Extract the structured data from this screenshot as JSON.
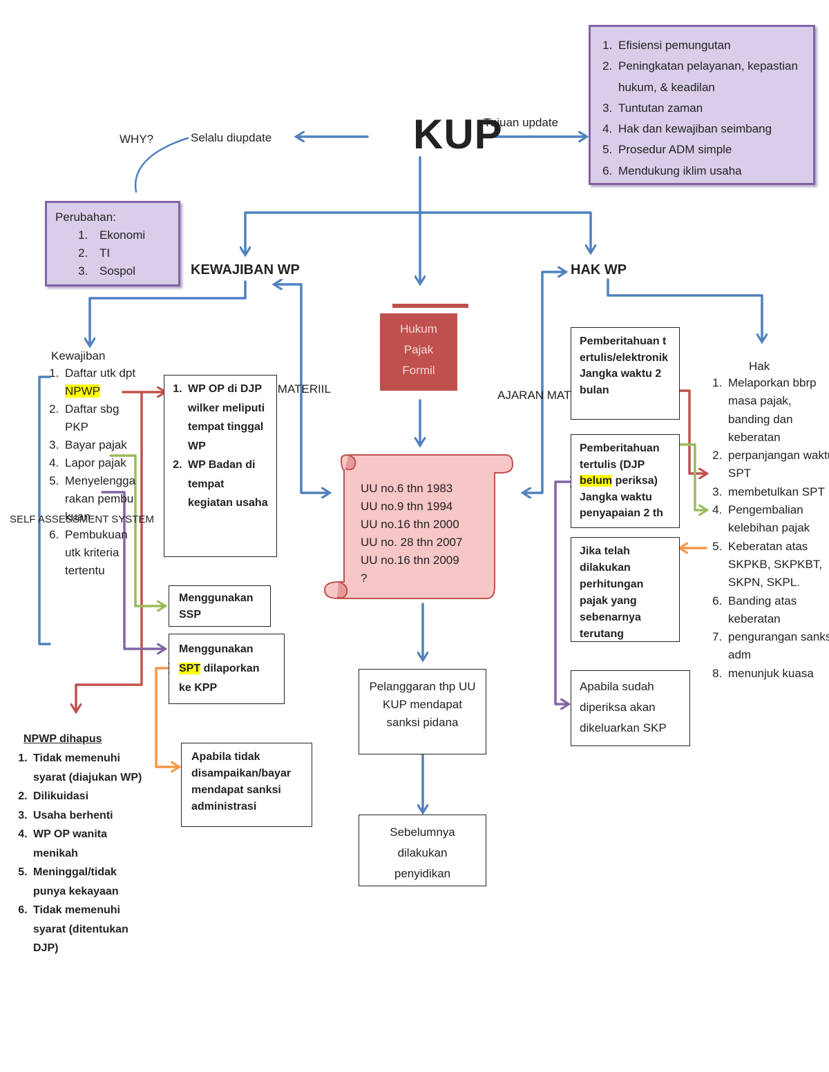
{
  "title": "KUP",
  "labels": {
    "why": "WHY?",
    "selalu_diupdate": "Selalu diupdate",
    "tujuan_update": "Tujuan update",
    "kewajiban_wp": "KEWAJIBAN WP",
    "hak_wp": "HAK WP",
    "ajaran_materiil_left": "AJARAN MATERIIL",
    "ajaran_materiil_right": "AJARAN MATERIIL",
    "self_assessment": "SELF ASSESSMENT SYSTEM"
  },
  "tujuan_box": {
    "items": [
      "Efisiensi pemungutan",
      "Peningkatan pelayanan, kepastian hukum, & keadilan",
      "Tuntutan zaman",
      "Hak dan kewajiban seimbang",
      "Prosedur ADM simple",
      "Mendukung iklim usaha"
    ]
  },
  "perubahan_box": {
    "title": "Perubahan:",
    "items": [
      "Ekonomi",
      "TI",
      "Sospol"
    ]
  },
  "hukum_box": {
    "lines": [
      "Hukum",
      "Pajak",
      "Formil"
    ]
  },
  "uu_scroll": {
    "lines": [
      "UU no.6 thn 1983",
      "UU no.9 thn 1994",
      "UU no.16 thn 2000",
      "UU no. 28 thn 2007",
      "UU no.16 thn 2009",
      "?"
    ]
  },
  "pelanggaran_box": {
    "text": "Pelanggaran thp UU  KUP mendapat sanksi pidana"
  },
  "penyidikan_box": {
    "text": "Sebelumnya dilakukan penyidikan"
  },
  "kewajiban_list": {
    "title": "Kewajiban",
    "items": [
      {
        "pre": "Daftar utk dpt ",
        "hl": "NPWP",
        "post": ""
      },
      {
        "pre": "Daftar sbg PKP",
        "hl": "",
        "post": ""
      },
      {
        "pre": "Bayar pajak",
        "hl": "",
        "post": ""
      },
      {
        "pre": "Lapor pajak",
        "hl": "",
        "post": ""
      },
      {
        "pre": "Menyelenggarakan pembukuan",
        "hl": "",
        "post": ""
      },
      {
        "pre": "Pembukuan utk kriteria tertentu",
        "hl": "",
        "post": ""
      }
    ]
  },
  "npwp_box": {
    "items": [
      "WP OP di DJP wilker meliputi tempat tinggal WP",
      "WP Badan di tempat kegiatan usaha"
    ]
  },
  "ssp_box": {
    "text": "Menggunakan SSP"
  },
  "spt_box": {
    "pre": "Menggunakan ",
    "hl": "SPT",
    "post": " dilaporkan ke KPP"
  },
  "sanksi_box": {
    "text": "Apabila tidak disampaikan/bayar mendapat sanksi administrasi"
  },
  "npwp_dihapus": {
    "title": "NPWP dihapus",
    "items": [
      "Tidak memenuhi syarat (diajukan WP)",
      "Dilikuidasi",
      "Usaha berhenti",
      "WP OP wanita menikah",
      "Meninggal/tidak punya kekayaan",
      "Tidak memenuhi syarat (ditentukan DJP)"
    ]
  },
  "pemberitahuan1": {
    "text": "Pemberitahuan tertulis/elektronik",
    "jangka": "Jangka waktu 2 bulan"
  },
  "pemberitahuan2": {
    "pre": "Pemberitahuan tertulis (DJP ",
    "hl": "belum",
    "post": " periksa)",
    "jangka": "Jangka waktu penyapaian 2 th"
  },
  "jika_box": {
    "text": "Jika telah dilakukan perhitungan pajak yang sebenarnya terutang"
  },
  "skp_box": {
    "text": "Apabila sudah diperiksa akan dikeluarkan SKP"
  },
  "hak_list": {
    "title": "Hak",
    "items": [
      "Melaporkan bbrp masa pajak, banding dan keberatan",
      "perpanjangan waktu SPT",
      "membetulkan SPT",
      "Pengembalian kelebihan pajak",
      "Keberatan atas SKPKB, SKPKBT, SKPN, SKPL.",
      "Banding atas keberatan",
      "pengurangan sanksi adm",
      "menunjuk kuasa"
    ]
  },
  "colors": {
    "blue_arrow": "#4f81bd",
    "red_arrow": "#c0504d",
    "green_arrow": "#9bbb59",
    "purple_arrow": "#8064a2",
    "orange_arrow": "#f79646",
    "purple_box_fill": "#d9cdea",
    "hukum_fill": "#c0504d",
    "scroll_fill": "#f4b5b5",
    "highlight": "#ffff00"
  }
}
